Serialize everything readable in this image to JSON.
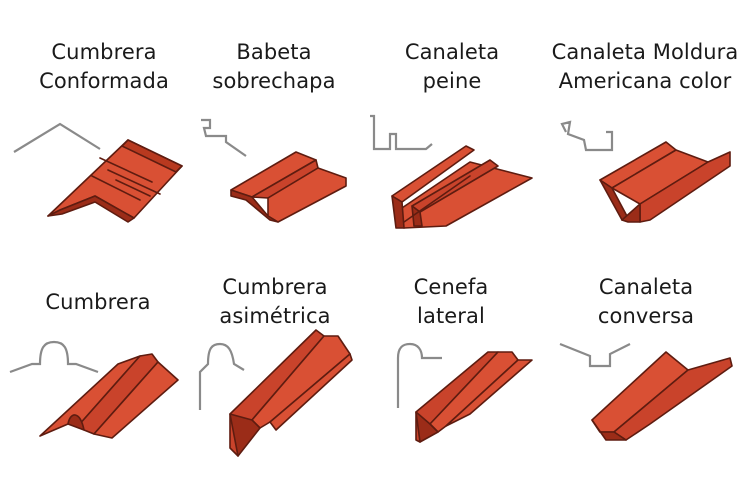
{
  "colors": {
    "metal_light": "#d95034",
    "metal_mid": "#c9432b",
    "metal_dark": "#9b2c18",
    "outline": "#5e1c10",
    "profile_line": "#8a8a8a",
    "text": "#1a1a1a"
  },
  "items": [
    {
      "line1": "Cumbrera",
      "line2": "Conformada"
    },
    {
      "line1": "Babeta",
      "line2": "sobrechapa"
    },
    {
      "line1": "Canaleta",
      "line2": "peine"
    },
    {
      "line1": "Canaleta Moldura",
      "line2": "Americana color"
    },
    {
      "line1": "Cumbrera",
      "line2": ""
    },
    {
      "line1": "Cumbrera",
      "line2": "asimétrica"
    },
    {
      "line1": "Cenefa",
      "line2": "lateral"
    },
    {
      "line1": "Canaleta",
      "line2": "conversa"
    }
  ]
}
